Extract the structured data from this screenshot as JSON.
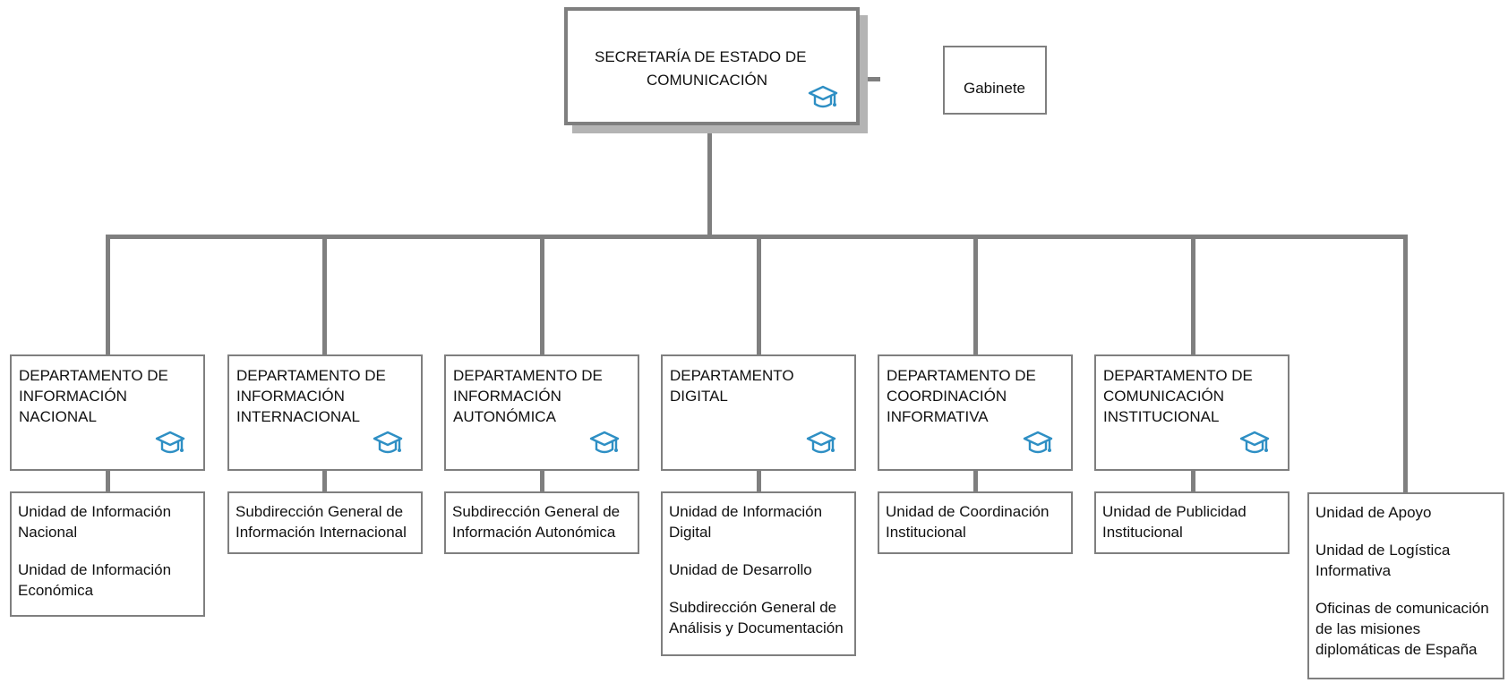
{
  "top": {
    "lines": [
      "SECRETARÍA DE ESTADO  DE",
      "COMUNICACIÓN"
    ],
    "icon": "graduation-cap-icon"
  },
  "gabinete": {
    "label": "Gabinete"
  },
  "departments": [
    {
      "id": "nacional",
      "title": "DEPARTAMENTO DE\nINFORMACIÓN\nNACIONAL",
      "icon": "graduation-cap-icon",
      "units": [
        "Unidad de Información\nNacional",
        "Unidad de Información\nEconómica"
      ]
    },
    {
      "id": "internacional",
      "title": "DEPARTAMENTO DE\nINFORMACIÓN\nINTERNACIONAL",
      "icon": "graduation-cap-icon",
      "units": [
        "Subdirección General de\nInformación Internacional"
      ]
    },
    {
      "id": "autonomica",
      "title": "DEPARTAMENTO DE\nINFORMACIÓN\nAUTONÓMICA",
      "icon": "graduation-cap-icon",
      "units": [
        "Subdirección General de\nInformación Autonómica"
      ]
    },
    {
      "id": "digital",
      "title": "DEPARTAMENTO\nDIGITAL",
      "icon": "graduation-cap-icon",
      "units": [
        "Unidad de Información\nDigital",
        "Unidad de Desarrollo",
        "Subdirección General de\nAnálisis y Documentación"
      ]
    },
    {
      "id": "coordinacion",
      "title": "DEPARTAMENTO DE\nCOORDINACIÓN\nINFORMATIVA",
      "icon": "graduation-cap-icon",
      "units": [
        "Unidad de Coordinación\nInstitucional"
      ]
    },
    {
      "id": "institucional",
      "title": "DEPARTAMENTO DE\nCOMUNICACIÓN\nINSTITUCIONAL",
      "icon": "graduation-cap-icon",
      "units": [
        "Unidad de Publicidad\nInstitucional"
      ]
    }
  ],
  "apoyo": {
    "units": [
      "Unidad de Apoyo",
      "Unidad de Logística\nInformativa",
      "Oficinas de comunicación\nde las misiones\ndiplomáticas de España"
    ]
  },
  "colors": {
    "connector": "#7f7f7f",
    "icon": "#2e8fc4",
    "shadow": "#b4b4b4"
  }
}
